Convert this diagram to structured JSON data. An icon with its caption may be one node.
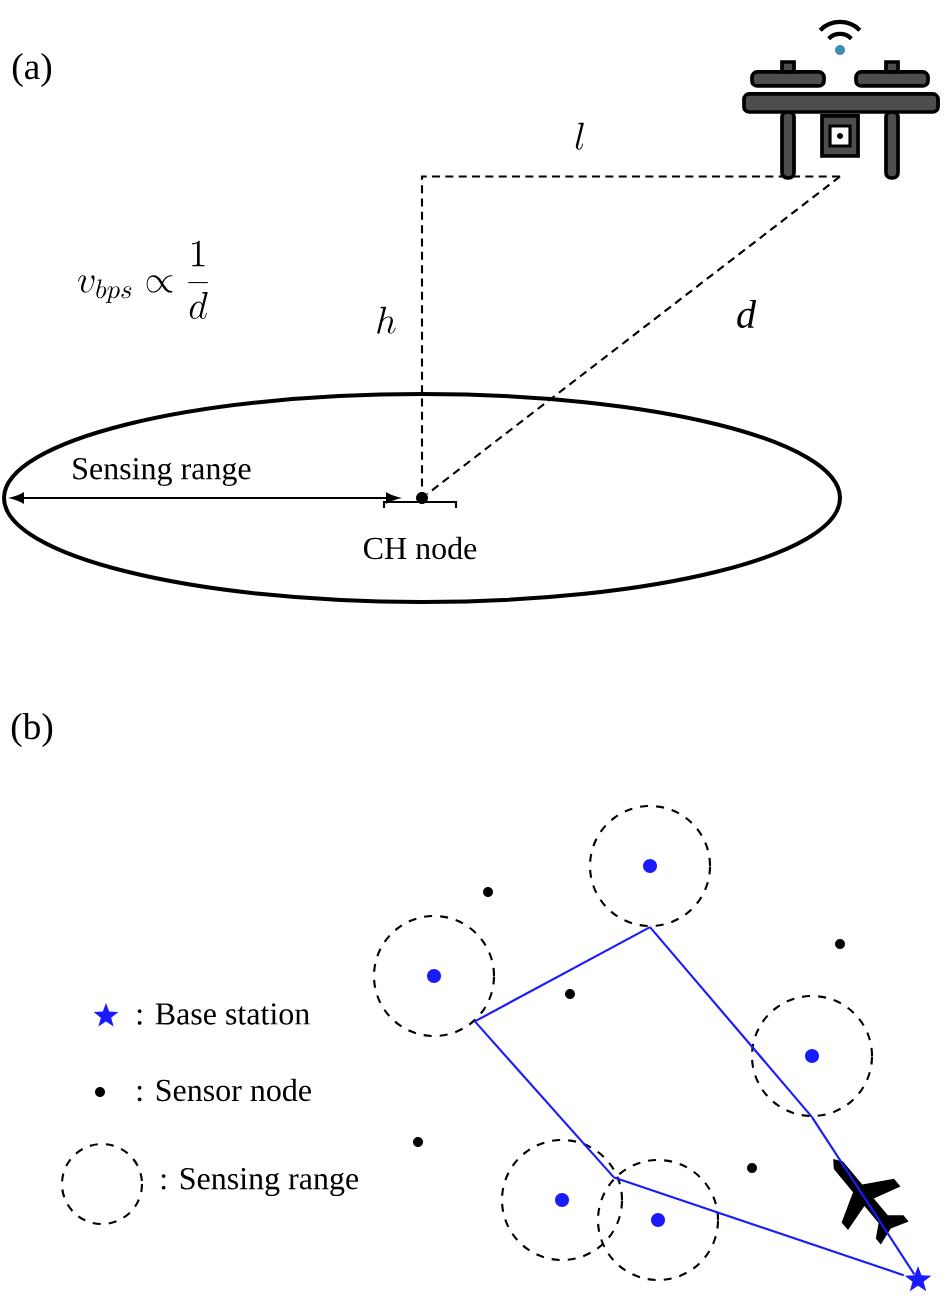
{
  "diagram": {
    "nodes": [
      {
        "text": [
          "Sensing range"
        ]
      },
      {
        "text": [],
        "shape": "dot",
        "in": 0,
        "beside": [
          "CH node"
        ]
      },
      {
        "text": [],
        "shape": "drone"
      },
      {
        "text": [],
        "shape": "circle"
      },
      {
        "text": [],
        "shape": "circle"
      },
      {
        "text": [],
        "shape": "circle"
      },
      {
        "text": [],
        "shape": "circle"
      },
      {
        "text": [],
        "shape": "circle"
      },
      {
        "text": [],
        "shape": "star"
      }
    ],
    "edges": [
      {
        "from": 2,
        "to": 1,
        "arrow": "none",
        "style": "dashed",
        "color": "#000000",
        "label": "d"
      },
      {
        "from": 2,
        "to": 1,
        "arrow": "none",
        "style": "dashed",
        "color": "#000000"
      },
      {
        "from": 3,
        "to": 4,
        "arrow": "none"
      },
      {
        "from": 4,
        "to": 7,
        "arrow": "none"
      },
      {
        "from": 7,
        "to": 8,
        "arrow": "none"
      },
      {
        "from": 8,
        "to": 5,
        "arrow": "none"
      },
      {
        "from": 5,
        "to": 3,
        "arrow": "none"
      }
    ],
    "labels": [
      "(a)",
      "l",
      "h",
      "v_{bps} \\propto \\frac{1}{d}",
      "(b)"
    ],
    "legend": [
      {
        "text": ": Base station"
      },
      {
        "text": ": Sensor node"
      },
      {
        "text": ": Sensing range"
      }
    ]
  }
}
